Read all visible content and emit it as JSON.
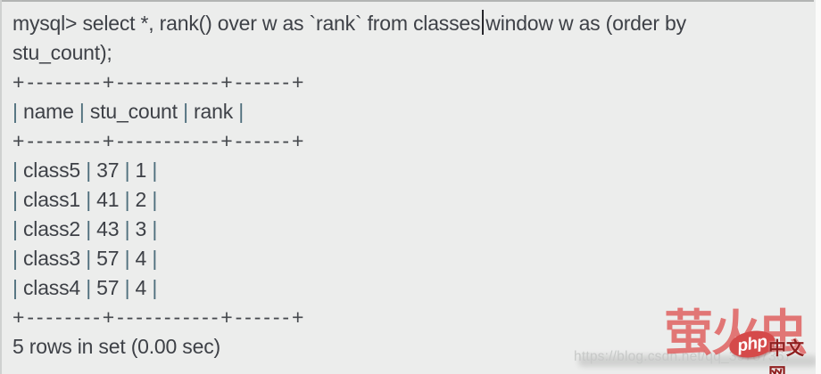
{
  "terminal": {
    "query": {
      "line1_before_cursor": "mysql> select *, rank() over w as `rank` from classes",
      "line1_after_cursor": "window w as (order by",
      "line2": "stu_count);"
    },
    "table": {
      "separator": "+--------+-----------+------+",
      "columns": [
        "name",
        "stu_count",
        "rank"
      ],
      "rows": [
        {
          "name": "class5",
          "stu_count": "37",
          "rank": "1"
        },
        {
          "name": "class1",
          "stu_count": "41",
          "rank": "2"
        },
        {
          "name": "class2",
          "stu_count": "43",
          "rank": "3"
        },
        {
          "name": "class3",
          "stu_count": "57",
          "rank": "4"
        },
        {
          "name": "class4",
          "stu_count": "57",
          "rank": "4"
        }
      ]
    },
    "status_line": "5 rows in set (0.00 sec)"
  },
  "glyphs": {
    "pipe": "|"
  },
  "watermark": {
    "brand_text": "萤火虫",
    "logo_text": "php",
    "logo_suffix": "中文网",
    "url": "https://blog.csdn.net/qq_39787367"
  },
  "colors": {
    "background": "#ecedec",
    "text": "#3e4147",
    "pipe_tint": "#4f6f7d",
    "watermark_red": "#de4d4d",
    "logo_red": "#d54a4a",
    "logo_suffix_red": "#8f1f1f",
    "url_gray": "#c7c9c8"
  }
}
